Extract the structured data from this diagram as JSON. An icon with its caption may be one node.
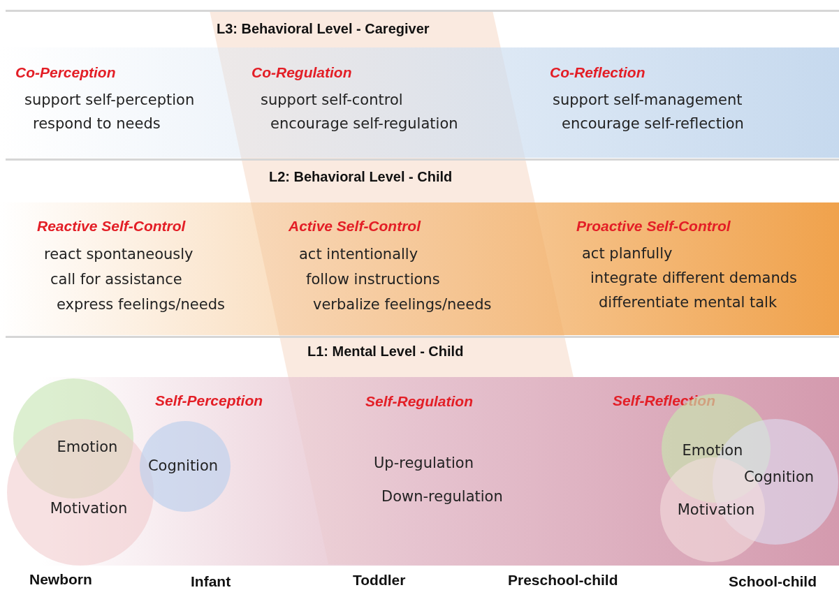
{
  "diagram": {
    "nodes": [
      {
        "text": [
          "L3: Behavioral Level - Caregiver"
        ]
      },
      {
        "text": [
          "Co-Perception",
          "support self-perception",
          "respond to needs"
        ],
        "in": 0
      },
      {
        "text": [
          "Co-Regulation",
          "support self-control",
          "encourage self-regulation"
        ],
        "in": 0
      },
      {
        "text": [
          "Co-Reflection",
          "support self-management",
          "encourage self-reflection"
        ],
        "in": 0
      },
      {
        "text": [
          "L2: Behavioral Level - Child"
        ]
      },
      {
        "text": [
          "Reactive Self-Control",
          "react spontaneously",
          "call for assistance",
          "express feelings/needs"
        ],
        "in": 4
      },
      {
        "text": [
          "Active Self-Control",
          "act intentionally",
          "follow instructions",
          "verbalize feelings/needs"
        ],
        "in": 4
      },
      {
        "text": [
          "Proactive Self-Control",
          "act planfully",
          "integrate different demands",
          "differentiate mental talk"
        ],
        "in": 4
      },
      {
        "text": [
          "L1: Mental Level - Child"
        ]
      },
      {
        "text": [
          "Self-Perception"
        ],
        "in": 8
      },
      {
        "text": [
          "Emotion"
        ],
        "in": 8
      },
      {
        "text": [
          "Motivation"
        ],
        "in": 8
      },
      {
        "text": [
          "Cognition"
        ],
        "in": 8
      },
      {
        "text": [
          "Self-Regulation",
          "Up-regulation",
          "Down-regulation"
        ],
        "in": 8
      },
      {
        "text": [
          "Self-Reflection"
        ],
        "in": 8
      },
      {
        "text": [
          "Emotion"
        ],
        "in": 8
      },
      {
        "text": [
          "Cognition"
        ],
        "in": 8
      },
      {
        "text": [
          "Motivation"
        ],
        "in": 8
      }
    ],
    "edges": [],
    "labels": [
      "Newborn",
      "Infant",
      "Toddler",
      "Preschool-child",
      "School-child"
    ]
  }
}
